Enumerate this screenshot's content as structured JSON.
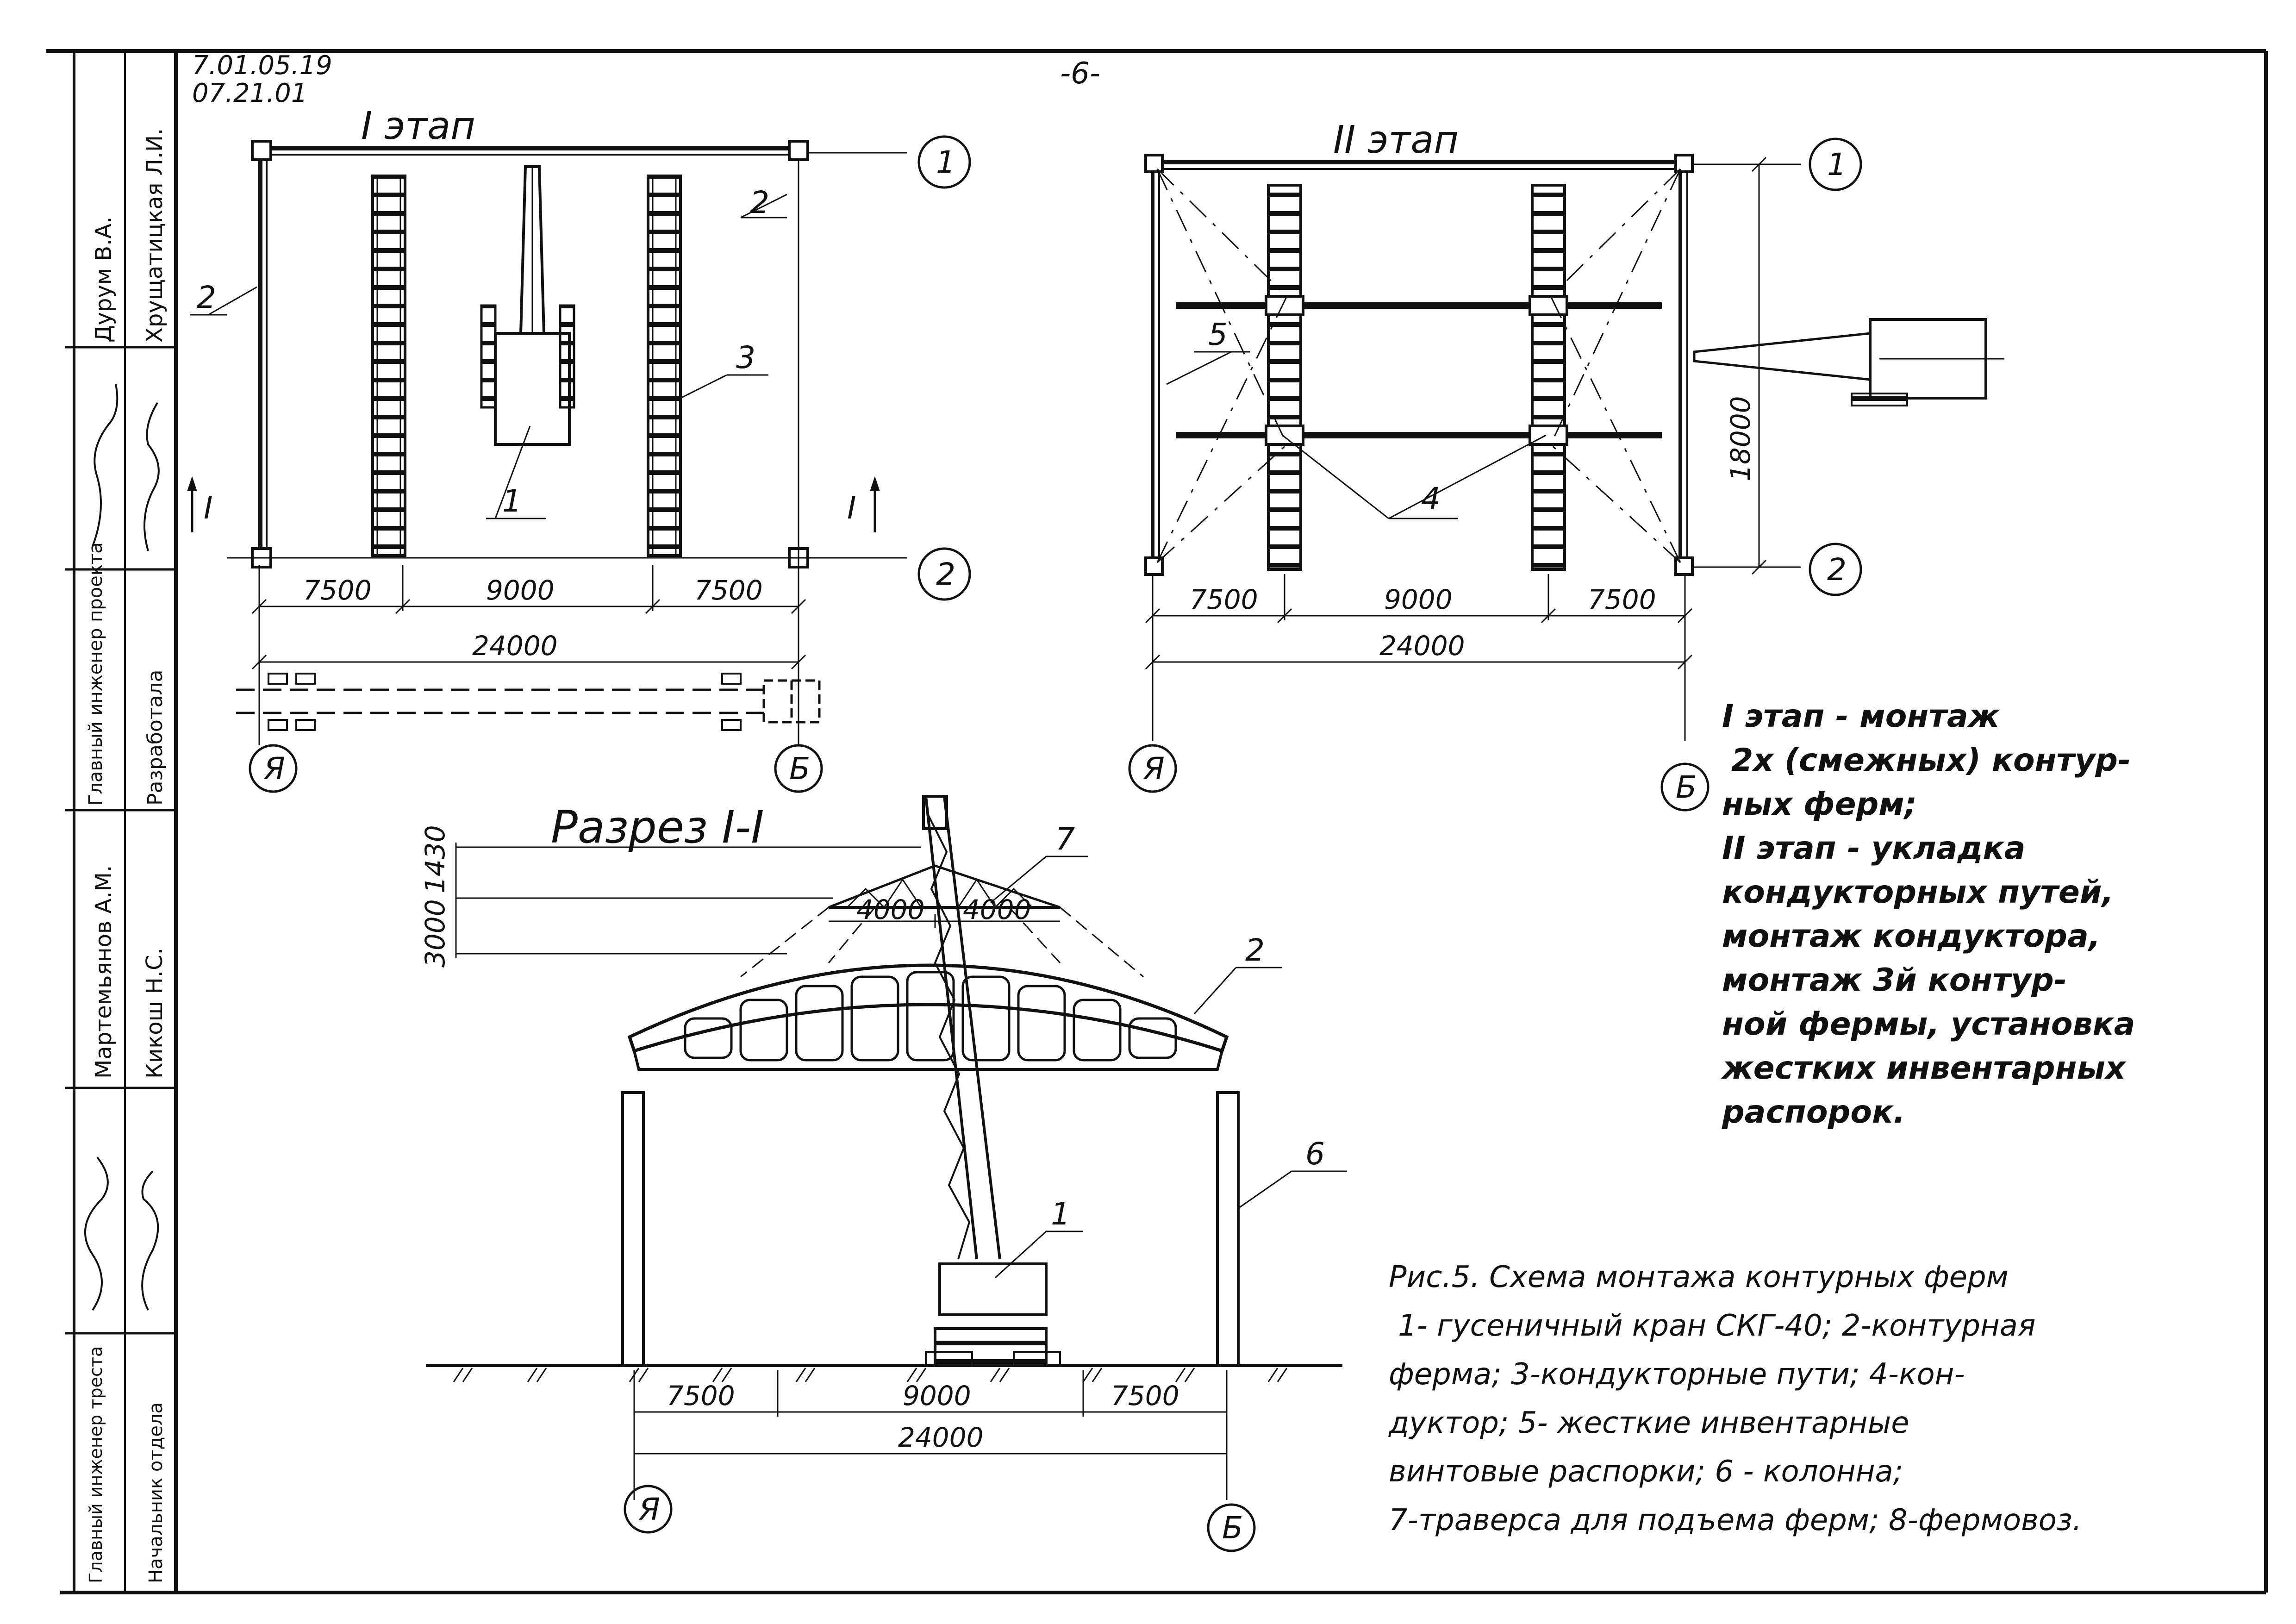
{
  "doc": {
    "codes": [
      "7.01.05.19",
      "07.21.01"
    ],
    "page_no": "-6-"
  },
  "title_block": {
    "names": [
      "Дурум В.А.",
      "Хрущатицкая Л.И.",
      "Мартемьянов А.М.",
      "Кикош Н.С."
    ],
    "roles": [
      "Главный инженер проекта",
      "Разработала",
      "Главный инженер треста",
      "Начальник отдела"
    ]
  },
  "stage1": {
    "title": "I этап",
    "axes": {
      "row1": "1",
      "row2": "2",
      "colA": "Я",
      "colB": "Б"
    },
    "leaders": {
      "crane": "1",
      "truss": "2",
      "truss_left": "2",
      "tracks": "3"
    },
    "section_mark": "I",
    "dims": {
      "a": "7500",
      "b": "9000",
      "c": "7500",
      "total": "24000"
    }
  },
  "stage2": {
    "title": "II этап",
    "axes": {
      "row1": "1",
      "row2": "2",
      "colA": "Я",
      "colB": "Б"
    },
    "leaders": {
      "braces": "5",
      "conductor": "4"
    },
    "dims": {
      "a": "7500",
      "b": "9000",
      "c": "7500",
      "total": "24000",
      "span": "18000"
    }
  },
  "section": {
    "title": "Разрез I-I",
    "leaders": {
      "traverse": "7",
      "truss": "2",
      "column": "6",
      "crane": "1"
    },
    "dims": {
      "h1": "1430",
      "h2": "3000",
      "w1": "4000",
      "w2": "4000",
      "a": "7500",
      "b": "9000",
      "c": "7500",
      "total": "24000"
    },
    "axes": {
      "colA": "Я",
      "colB": "Б"
    }
  },
  "notes": {
    "lines": [
      "I этап - монтаж",
      "2х (смежных) контур-",
      "ных ферм;",
      "II этап - укладка",
      "кондукторных путей,",
      "монтаж кондуктора,",
      "монтаж 3й контур-",
      "ной фермы, установка",
      "жестких инвентарных",
      "распорок."
    ]
  },
  "caption": {
    "lines": [
      "Рис.5. Схема монтажа контурных ферм",
      "1- гусеничный кран СКГ-40; 2-контурная",
      "ферма; 3-кондукторные пути; 4-кон-",
      "дуктор; 5- жесткие инвентарные",
      "винтовые распорки; 6 - колонна;",
      "7-траверса для подъема ферм; 8-фермовоз."
    ]
  }
}
